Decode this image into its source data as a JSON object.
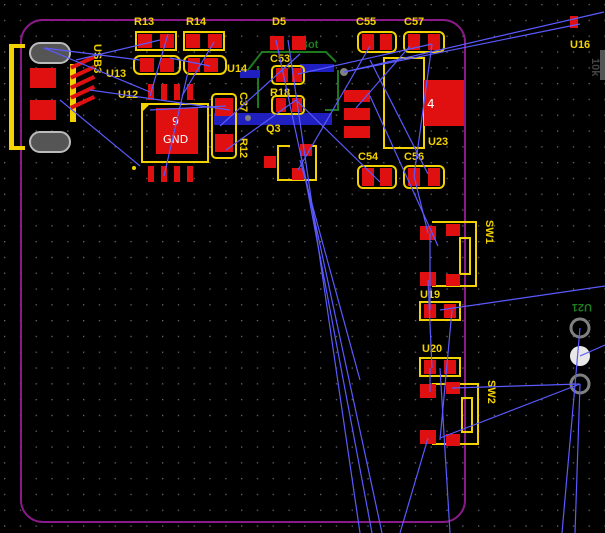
{
  "colors": {
    "background": "#000000",
    "board_edge": "#8a1a8a",
    "grid_dot": "#6a6a6a",
    "pad": "#e01010",
    "silkscreen": "#f2d200",
    "ratsnest": "#5a5aff",
    "trace_blue": "#2020c0",
    "trace_green": "#1e7a1e",
    "via": "#808080"
  },
  "components": {
    "r13": "R13",
    "r14": "R14",
    "d5": "D5",
    "c55": "C55",
    "c57": "C57",
    "u16": "U16",
    "usb3": "USB3",
    "u13": "U13",
    "u14": "U14",
    "c53": "C53",
    "u12": "U12",
    "c37": "C37",
    "r18": "R18",
    "r12": "R12",
    "q3": "Q3",
    "u23": "U23",
    "c54": "C54",
    "c56": "C56",
    "sw1": "SW1",
    "u19": "U19",
    "u20": "U20",
    "sw2": "SW2",
    "u21": "U21"
  },
  "pads": {
    "u12_center_number": "9",
    "u12_center_net": "GND",
    "u23_tab_number": "4"
  },
  "top_right_fragment": "10k"
}
